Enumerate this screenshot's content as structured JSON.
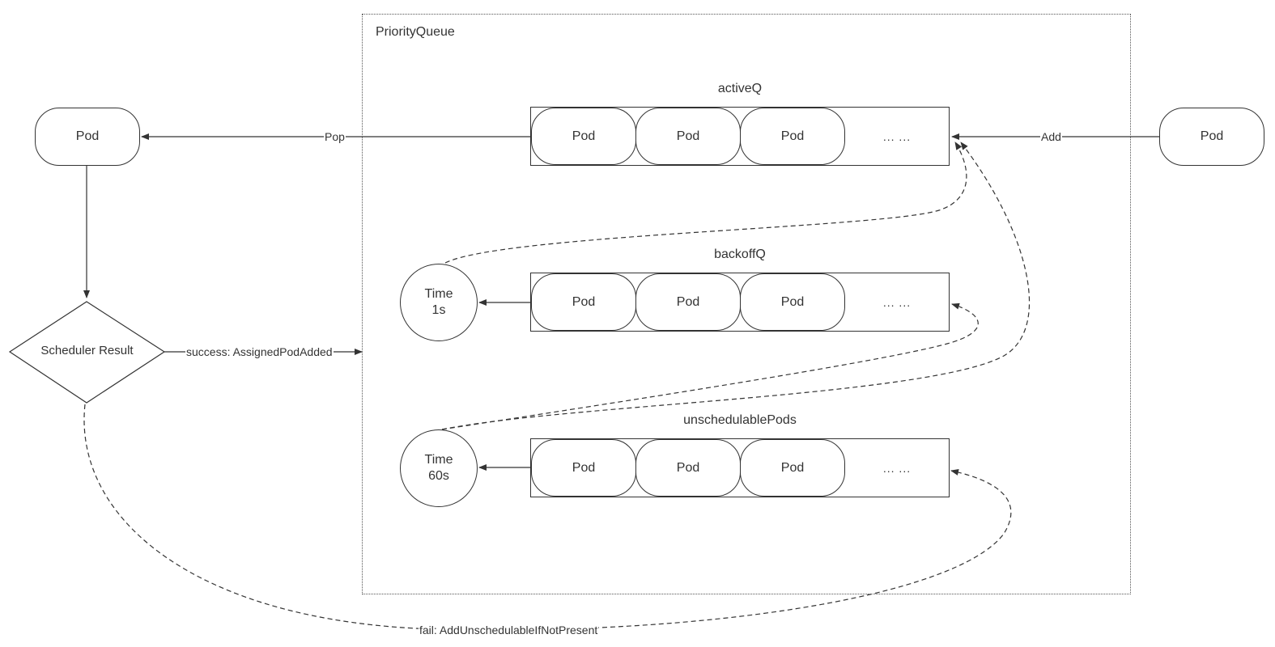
{
  "priority_queue": {
    "title": "PriorityQueue"
  },
  "active_q": {
    "title": "activeQ",
    "pods": [
      "Pod",
      "Pod",
      "Pod"
    ],
    "ellipsis": "... ..."
  },
  "backoff_q": {
    "title": "backoffQ",
    "pods": [
      "Pod",
      "Pod",
      "Pod"
    ],
    "ellipsis": "... ..."
  },
  "unschedulable_pods": {
    "title": "unschedulablePods",
    "pods": [
      "Pod",
      "Pod",
      "Pod"
    ],
    "ellipsis": "... ..."
  },
  "timers": {
    "backoff": {
      "line1": "Time",
      "line2": "1s"
    },
    "unschedulable": {
      "line1": "Time",
      "line2": "60s"
    }
  },
  "external": {
    "left_pod": "Pod",
    "right_pod": "Pod",
    "decision": "Scheduler Result"
  },
  "edges": {
    "pop": "Pop",
    "add": "Add",
    "success": "success: AssignedPodAdded",
    "fail": "fail: AddUnschedulableIfNotPresent"
  },
  "colors": {
    "stroke": "#333333",
    "background": "#ffffff"
  }
}
